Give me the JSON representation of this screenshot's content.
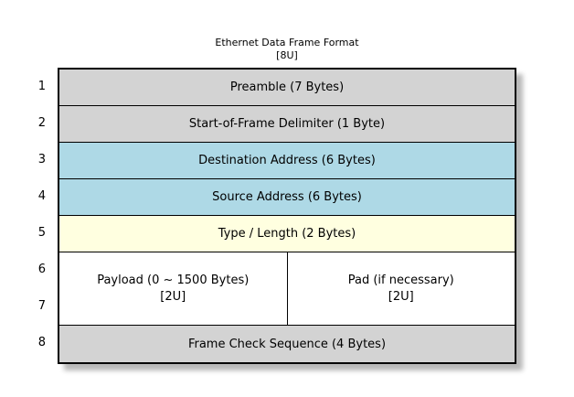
{
  "title": {
    "line1": "Ethernet Data Frame Format",
    "line2": "[8U]"
  },
  "slot_numbers": [
    "1",
    "2",
    "3",
    "4",
    "5",
    "6",
    "7",
    "8"
  ],
  "colors": {
    "gray": "#d3d3d3",
    "blue": "#aed9e6",
    "yellow": "#ffffe0",
    "white": "#ffffff",
    "border": "#000000",
    "shadow": "#b9b9b9"
  },
  "rows": [
    {
      "label": "Preamble (7 Bytes)",
      "color": "#d3d3d3",
      "units": 1
    },
    {
      "label": "Start-of-Frame Delimiter (1 Byte)",
      "color": "#d3d3d3",
      "units": 1
    },
    {
      "label": "Destination Address (6 Bytes)",
      "color": "#aed9e6",
      "units": 1
    },
    {
      "label": "Source Address (6 Bytes)",
      "color": "#aed9e6",
      "units": 1
    },
    {
      "label": "Type / Length (2 Bytes)",
      "color": "#ffffe0",
      "units": 1
    },
    {
      "color": "#ffffff",
      "units": 2,
      "cells": [
        {
          "label": "Payload (0 ~ 1500 Bytes)",
          "sub": "[2U]"
        },
        {
          "label": "Pad (if necessary)",
          "sub": "[2U]"
        }
      ]
    },
    {
      "label": "Frame Check Sequence (4 Bytes)",
      "color": "#d3d3d3",
      "units": 1
    }
  ]
}
